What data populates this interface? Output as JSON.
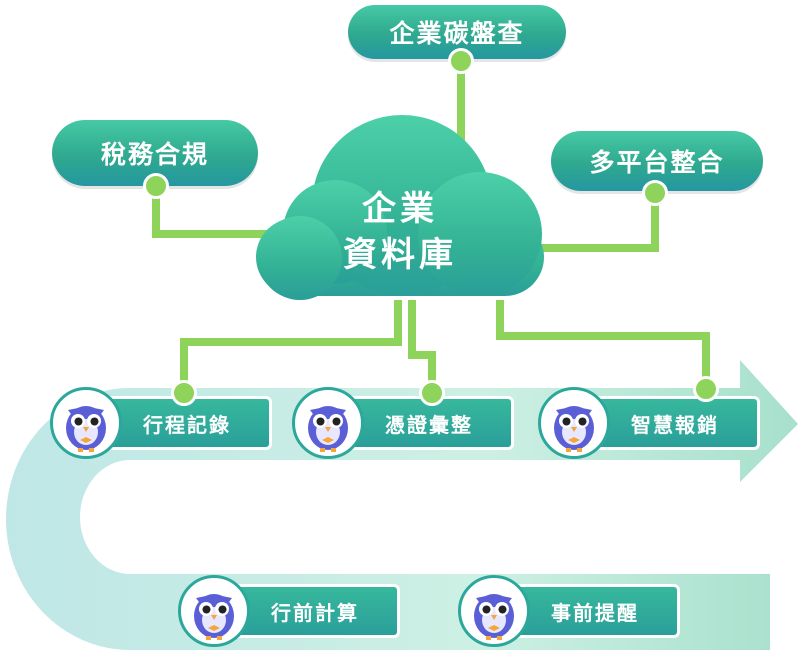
{
  "center": {
    "line1": "企業",
    "line2": "資料庫"
  },
  "top_nodes": {
    "carbon": "企業碳盤查",
    "tax": "稅務合規",
    "platform": "多平台整合"
  },
  "process_steps": [
    {
      "label": "行程記錄"
    },
    {
      "label": "憑證彙整"
    },
    {
      "label": "智慧報銷"
    },
    {
      "label": "行前計算"
    },
    {
      "label": "事前提醒"
    }
  ],
  "colors": {
    "teal": "#2fa98f",
    "connector": "#8ed45a",
    "track": "#bfe9dd"
  }
}
